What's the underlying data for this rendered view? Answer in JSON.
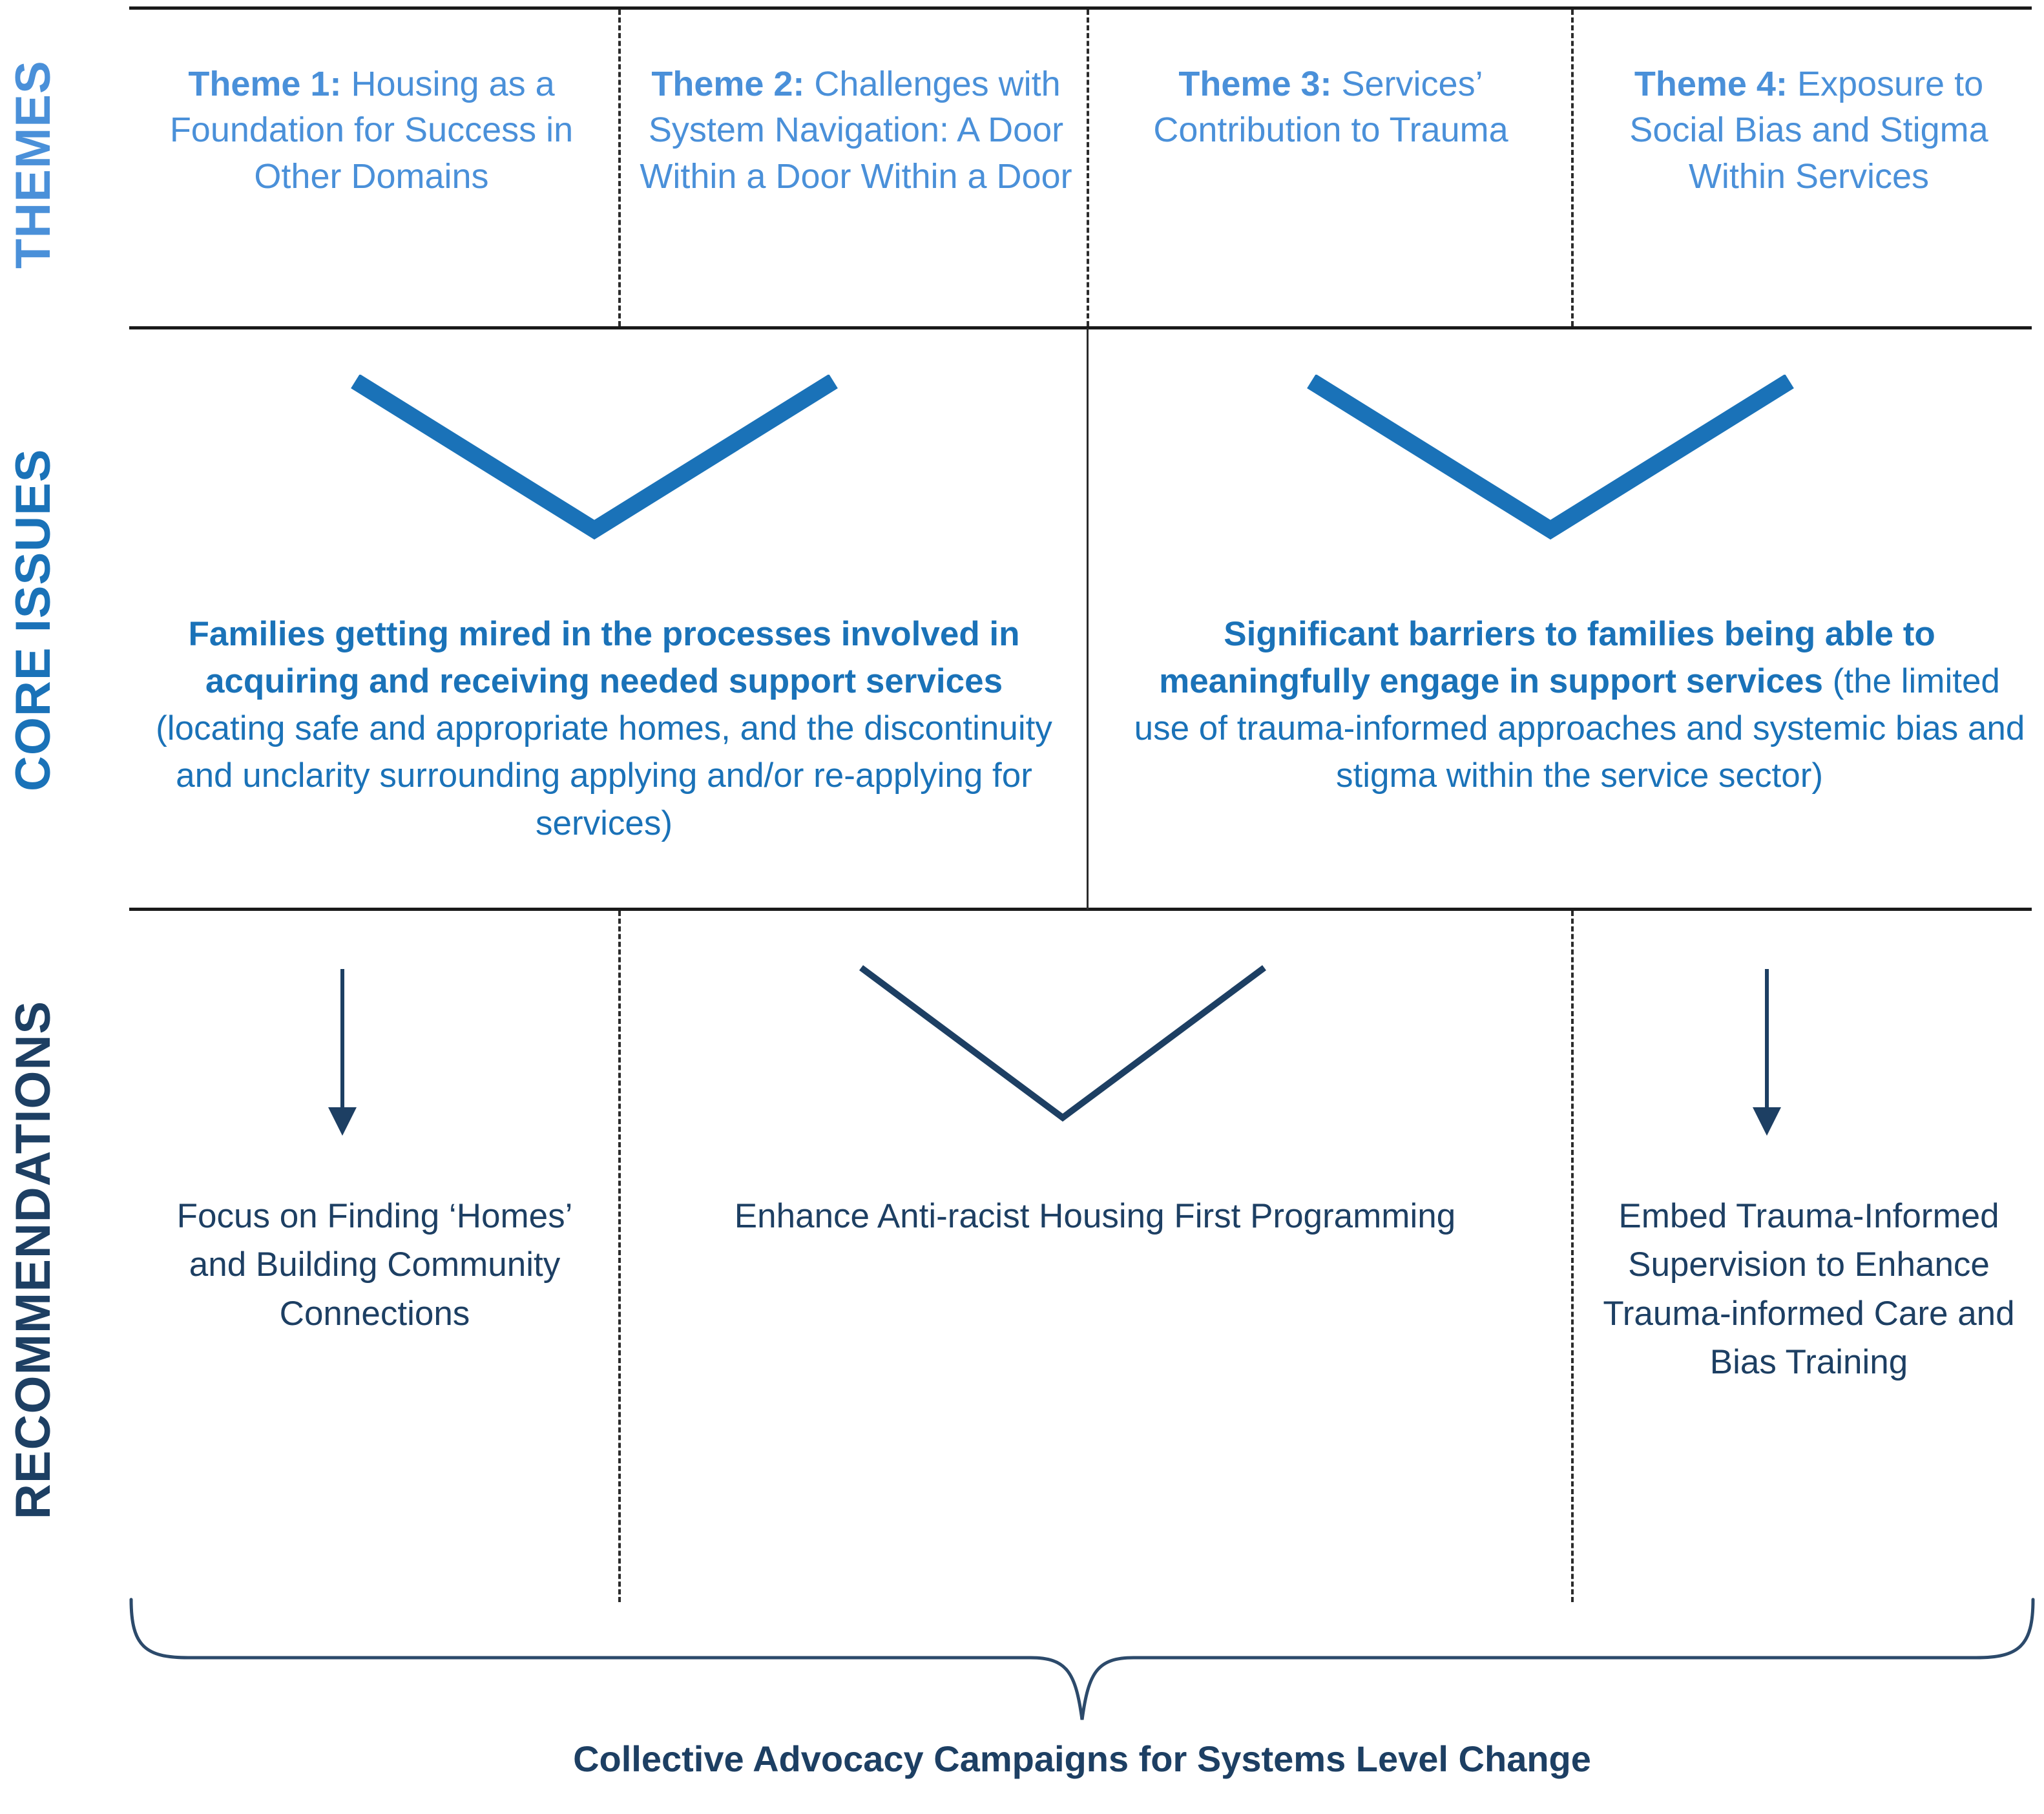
{
  "rails": {
    "themes": "THEMES",
    "core_issues": "CORE ISSUES",
    "recommendations": "RECOMMENDATIONS"
  },
  "colors": {
    "theme_blue": "#4a90d9",
    "core_blue": "#1a72b8",
    "recommendation_navy": "#1d3f63",
    "rule_black": "#1a1a1a"
  },
  "themes": [
    {
      "label": "Theme 1:",
      "text": " Housing as a Foundation for Success in Other Domains"
    },
    {
      "label": "Theme 2:",
      "text": " Challenges with System Navigation: A Door Within a Door Within a Door"
    },
    {
      "label": "Theme 3:",
      "text": " Services’ Contribution to Trauma"
    },
    {
      "label": "Theme 4:",
      "text": " Exposure to Social Bias and Stigma Within Services"
    }
  ],
  "core_issues": [
    {
      "bold": "Families getting mired in the processes involved in acquiring and receiving needed support services",
      "rest": " (locating safe and appropriate homes, and the discontinuity and unclarity surrounding applying and/or re-applying for services)"
    },
    {
      "bold": "Significant barriers to families being able to meaningfully engage in support services",
      "rest": " (the limited use of trauma-informed approaches and systemic bias and stigma within the service sector)"
    }
  ],
  "recommendations": [
    "Focus on Finding ‘Homes’ and Building Community Connections",
    "Enhance Anti-racist Housing First Programming",
    "Embed Trauma-Informed Supervision to Enhance Trauma-informed Care and Bias Training"
  ],
  "bottom_caption": "Collective Advocacy Campaigns for Systems Level Change"
}
